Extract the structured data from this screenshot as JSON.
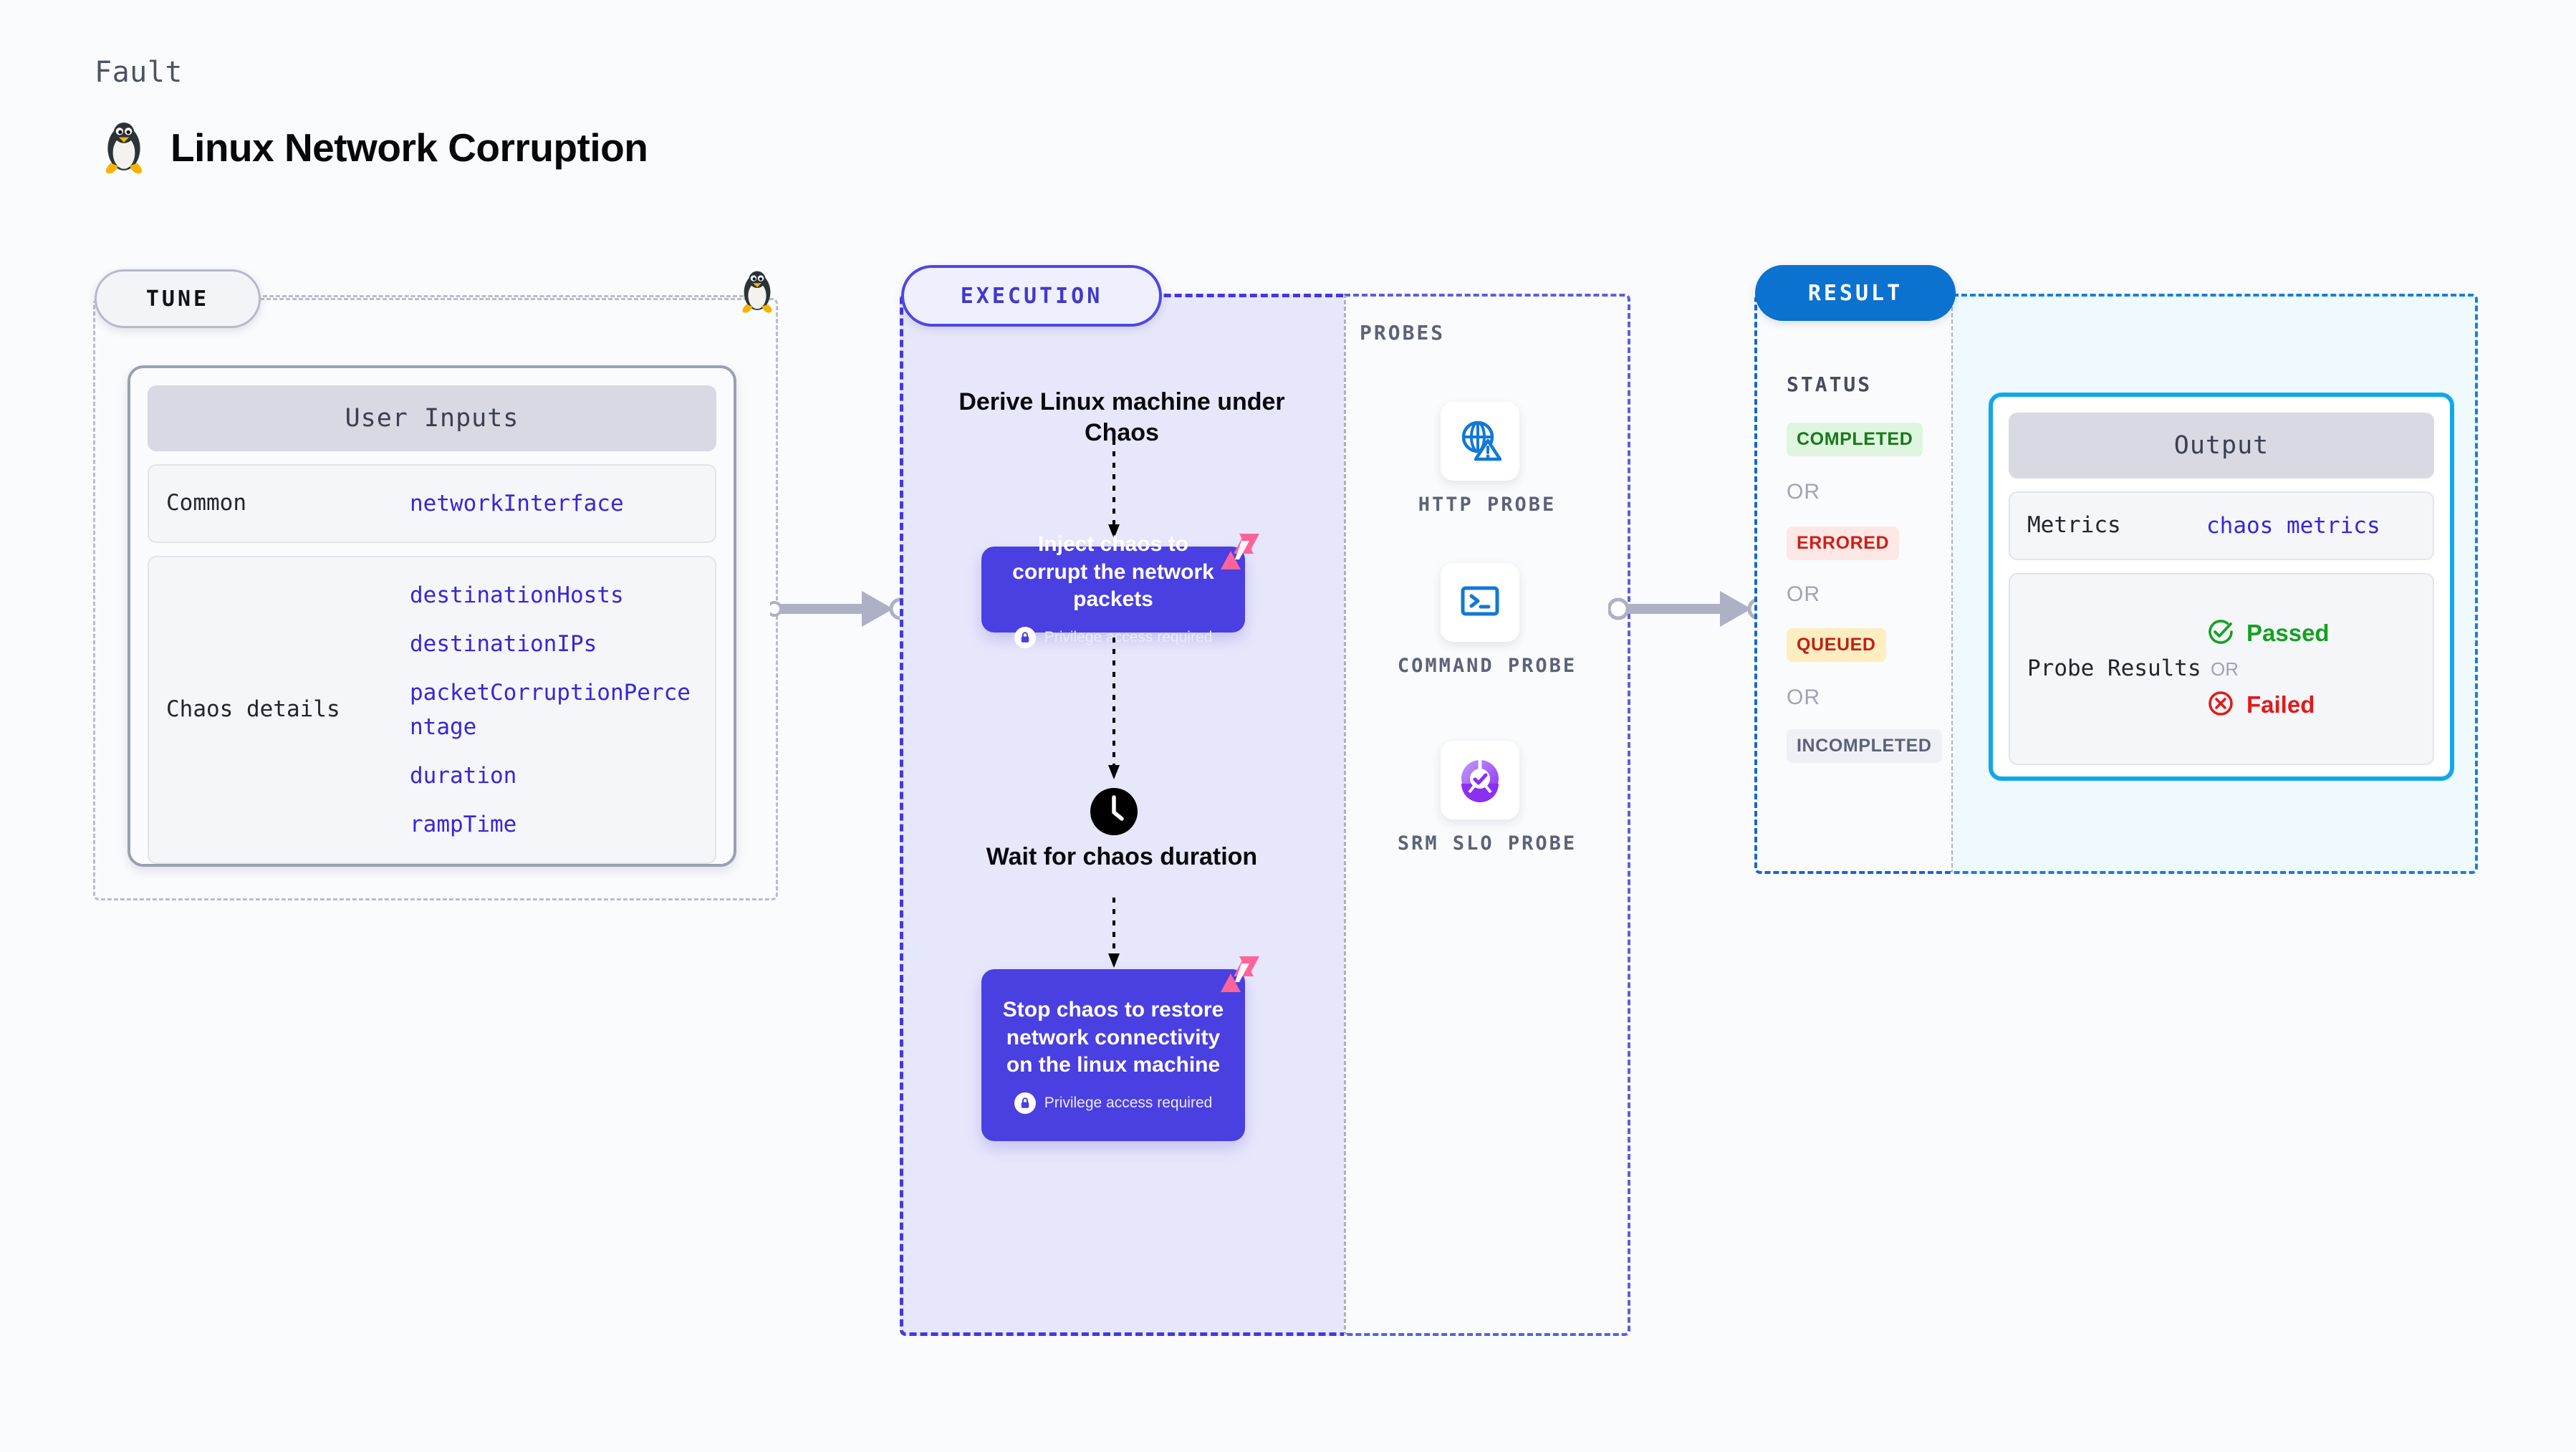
{
  "header": {
    "kicker": "Fault",
    "title": "Linux Network Corruption",
    "icon": "linux-penguin-icon"
  },
  "tune": {
    "pill_label": "TUNE",
    "edge_icon": "linux-penguin-icon",
    "card": {
      "header": "User Inputs",
      "rows": [
        {
          "label": "Common",
          "values": [
            "networkInterface"
          ]
        },
        {
          "label": "Chaos details",
          "values": [
            "destinationHosts",
            "destinationIPs",
            "packetCorruptionPercentage",
            "duration",
            "rampTime"
          ]
        }
      ]
    }
  },
  "execution": {
    "pill_label": "EXECUTION",
    "steps": [
      {
        "type": "title",
        "text": "Derive Linux machine under Chaos"
      },
      {
        "type": "box",
        "text": "Inject chaos to corrupt the network packets",
        "note": "Privilege access required",
        "note_icon": "lock-icon",
        "badge_icon": "harness-logo-icon"
      },
      {
        "type": "title",
        "text": "Wait for chaos duration",
        "icon": "clock-icon"
      },
      {
        "type": "box",
        "text": "Stop chaos to restore network connectivity on the linux machine",
        "note": "Privilege access required",
        "note_icon": "lock-icon",
        "badge_icon": "harness-logo-icon"
      }
    ]
  },
  "probes": {
    "section_label": "PROBES",
    "items": [
      {
        "label": "HTTP PROBE",
        "icon": "globe-warning-icon"
      },
      {
        "label": "COMMAND PROBE",
        "icon": "terminal-icon"
      },
      {
        "label": "SRM SLO PROBE",
        "icon": "slo-donut-check-icon"
      }
    ]
  },
  "result": {
    "pill_label": "RESULT",
    "status_label": "STATUS",
    "or_label": "OR",
    "statuses": [
      {
        "label": "COMPLETED",
        "bg": "#dff5e0",
        "fg": "#157a18"
      },
      {
        "label": "ERRORED",
        "bg": "#fde8e6",
        "fg": "#cc2017"
      },
      {
        "label": "QUEUED",
        "bg": "#fdeec2",
        "fg": "#c01f17"
      },
      {
        "label": "INCOMPLETED",
        "bg": "#eff0f5",
        "fg": "#5c6277"
      }
    ]
  },
  "output": {
    "card_header": "Output",
    "rows": [
      {
        "label": "Metrics",
        "value": "chaos metrics"
      },
      {
        "label": "Probe Results",
        "pass": "Passed",
        "or": "OR",
        "fail": "Failed",
        "pass_icon": "check-circle-icon",
        "fail_icon": "x-circle-icon"
      }
    ]
  },
  "colors": {
    "accent_purple": "#4a3fe0",
    "accent_blue": "#0b72cf",
    "output_border": "#12a7e8",
    "harness_pink": "#ff6399",
    "value_text": "#3826d6"
  }
}
